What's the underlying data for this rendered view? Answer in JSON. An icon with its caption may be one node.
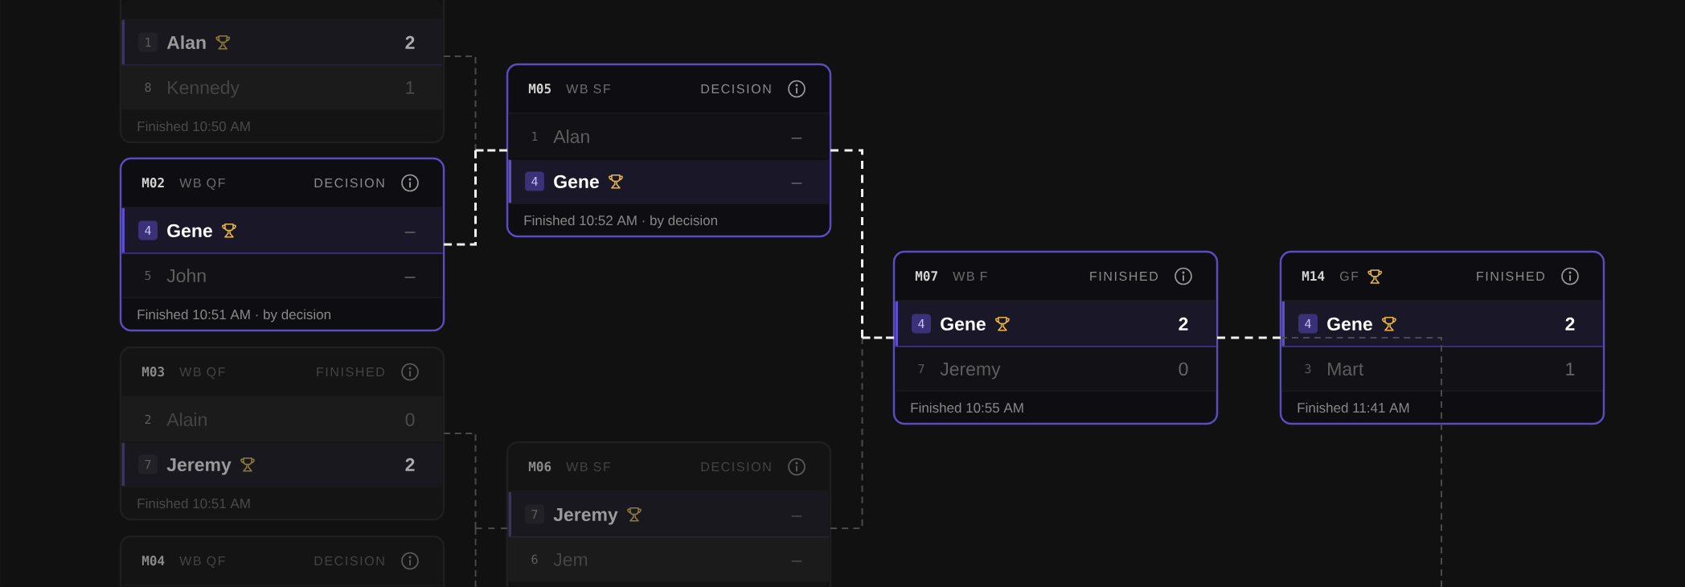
{
  "diagram": {
    "nodes": [
      {
        "text": [
          "Finished 10:50 AM"
        ]
      },
      {
        "text": [
          "1",
          "Alan",
          "2"
        ],
        "in": 0
      },
      {
        "text": [
          "8",
          "Kennedy",
          "1"
        ],
        "in": 0
      },
      {
        "text": [
          "M02",
          "WB QF",
          "DECISION",
          "Finished 10:51 AM · by decision"
        ]
      },
      {
        "text": [
          "4",
          "Gene",
          "–"
        ],
        "in": 3
      },
      {
        "text": [
          "5",
          "John",
          "–"
        ],
        "in": 3
      },
      {
        "text": [
          "M03",
          "WB QF",
          "FINISHED",
          "Finished 10:51 AM"
        ]
      },
      {
        "text": [
          "2",
          "Alain",
          "0"
        ],
        "in": 6
      },
      {
        "text": [
          "7",
          "Jeremy",
          "2"
        ],
        "in": 6
      },
      {
        "text": [
          "M04",
          "WB QF",
          "DECISION"
        ]
      },
      {
        "text": [
          "M05",
          "WB SF",
          "DECISION",
          "Finished 10:52 AM · by decision"
        ]
      },
      {
        "text": [
          "1",
          "Alan",
          "–"
        ],
        "in": 10
      },
      {
        "text": [
          "4",
          "Gene",
          "–"
        ],
        "in": 10
      },
      {
        "text": [
          "M06",
          "WB SF",
          "DECISION"
        ]
      },
      {
        "text": [
          "7",
          "Jeremy",
          "–"
        ],
        "in": 13
      },
      {
        "text": [
          "6",
          "Jem",
          "–"
        ],
        "in": 13
      },
      {
        "text": [
          "M07",
          "WB F",
          "FINISHED",
          "Finished 10:55 AM"
        ]
      },
      {
        "text": [
          "4",
          "Gene",
          "2"
        ],
        "in": 16
      },
      {
        "text": [
          "7",
          "Jeremy",
          "0"
        ],
        "in": 16
      },
      {
        "text": [
          "M14",
          "GF",
          "FINISHED",
          "Finished 11:41 AM"
        ]
      },
      {
        "text": [
          "4",
          "Gene",
          "2"
        ],
        "in": 19
      },
      {
        "text": [
          "3",
          "Mart",
          "1"
        ],
        "in": 19
      }
    ],
    "edges": [
      {
        "from": 0,
        "to": 10,
        "arrow": "none",
        "style": "dashed"
      },
      {
        "from": 3,
        "to": 10,
        "arrow": "none",
        "style": "dashed",
        "color": "#f2f2f2"
      },
      {
        "from": 6,
        "to": 13,
        "arrow": "none",
        "style": "dashed"
      },
      {
        "from": null,
        "to": 13,
        "arrow": "none",
        "style": "dashed"
      },
      {
        "from": 10,
        "to": 16,
        "arrow": "none",
        "style": "dashed",
        "color": "#f2f2f2"
      },
      {
        "from": 13,
        "to": 16,
        "arrow": "none",
        "style": "dashed"
      },
      {
        "from": 16,
        "to": 19,
        "arrow": "none",
        "style": "dashed",
        "color": "#f2f2f2"
      },
      {
        "from": null,
        "to": 19,
        "arrow": "none",
        "style": "dashed"
      }
    ]
  }
}
